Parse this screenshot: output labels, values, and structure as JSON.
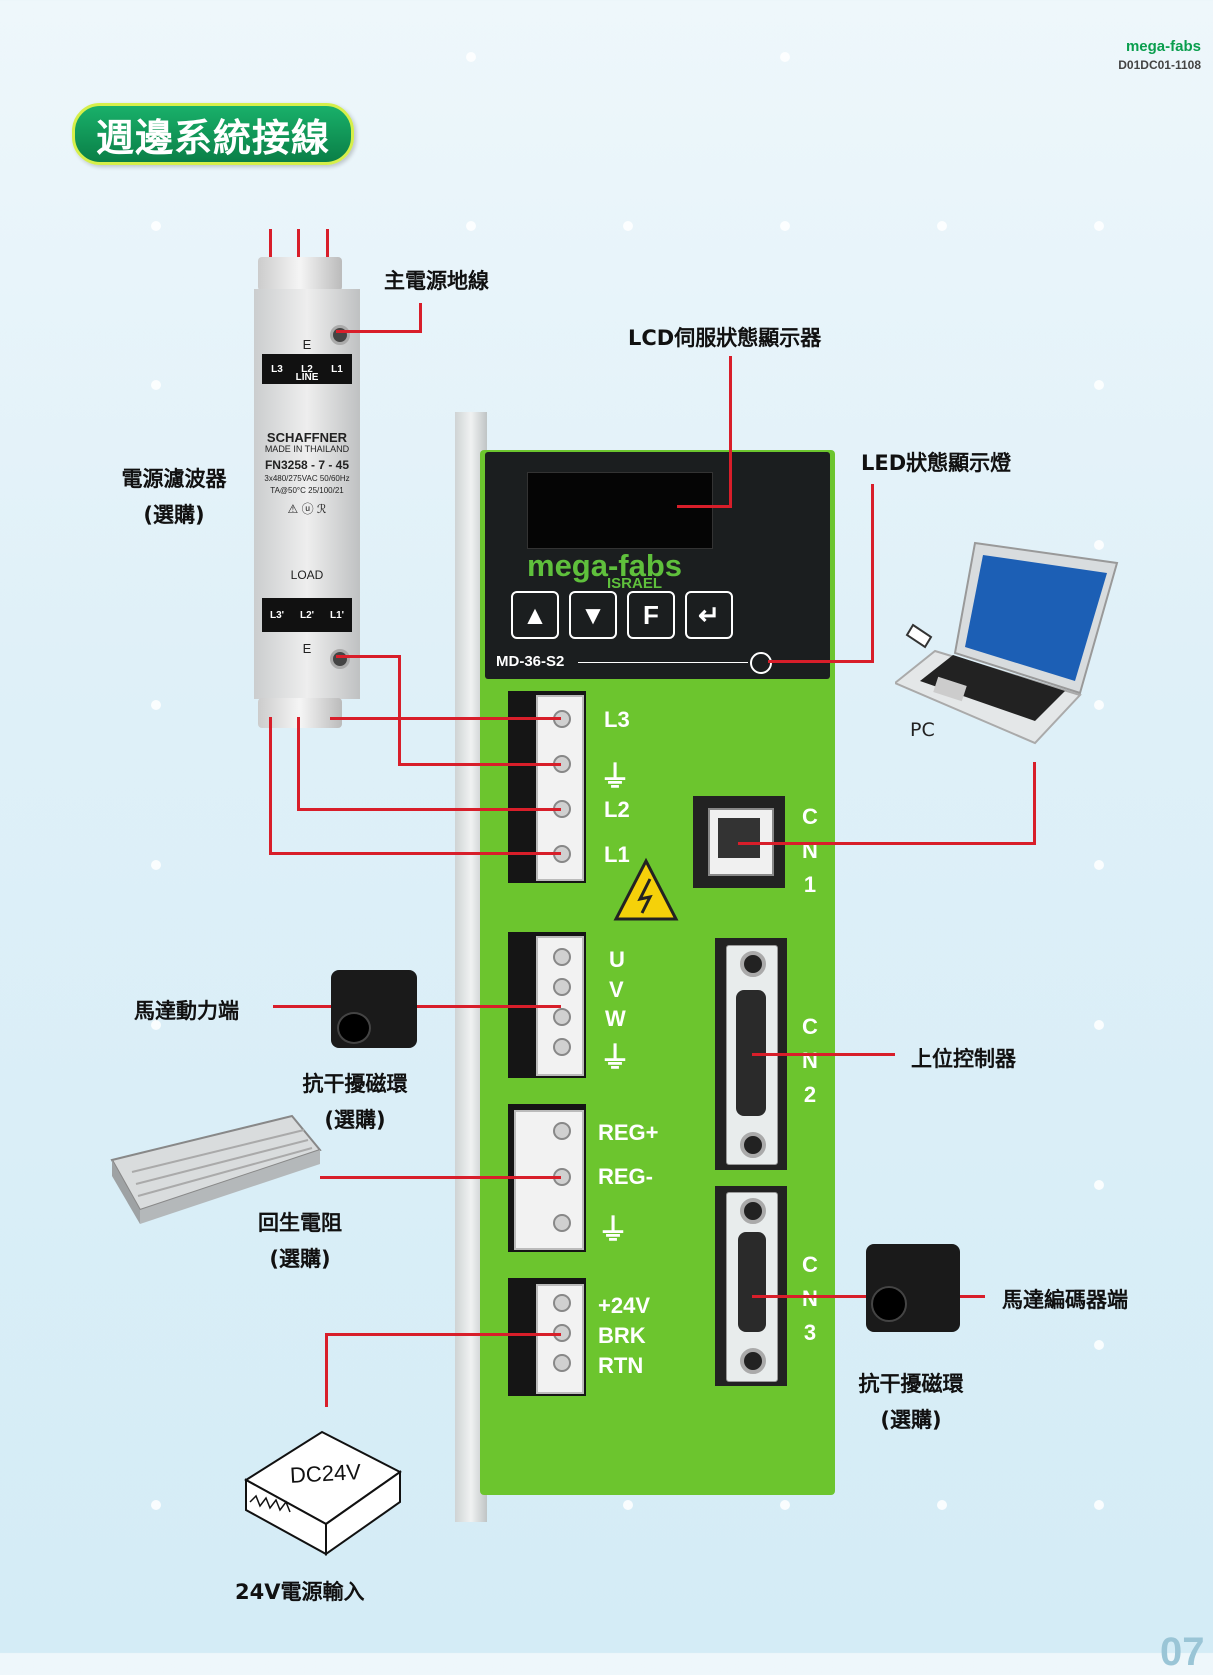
{
  "header": {
    "brand": "mega-fabs",
    "doc_code": "D01DC01-1108"
  },
  "title": "週邊系統接線",
  "labels": {
    "main_ground": "主電源地線",
    "lcd_display": "LCD伺服狀態顯示器",
    "led_lamp": "LED狀態顯示燈",
    "filter_line1": "電源濾波器",
    "filter_line2": "(選購)",
    "pc": "PC",
    "upper_controller": "上位控制器",
    "motor_power": "馬達動力端",
    "ferrite1_line1": "抗干擾磁環",
    "ferrite1_line2": "(選購)",
    "regen_line1": "回生電阻",
    "regen_line2": "(選購)",
    "encoder": "馬達編碼器端",
    "ferrite2_line1": "抗干擾磁環",
    "ferrite2_line2": "(選購)",
    "psu_text": "DC24V",
    "psu_label": "24V電源輸入",
    "page_number": "07"
  },
  "drive": {
    "brand": "mega-fabs",
    "brand_sub": "ISRAEL",
    "model": "MD-36-S2",
    "keys": [
      "▲",
      "▼",
      "F",
      "↵"
    ],
    "power_terminals": [
      "L3",
      "⏚",
      "L2",
      "L1"
    ],
    "motor_terminals": [
      "U",
      "V",
      "W",
      "⏚"
    ],
    "regen_terminals": [
      "REG+",
      "REG-",
      "⏚"
    ],
    "brake_terminals": [
      "+24V",
      "BRK",
      "RTN"
    ],
    "cn1": [
      "C",
      "N",
      "1"
    ],
    "cn2": [
      "C",
      "N",
      "2"
    ],
    "cn3": [
      "C",
      "N",
      "3"
    ]
  },
  "filter": {
    "top_marker": "E",
    "line_labels": [
      "L3",
      "L2",
      "L1"
    ],
    "line_word": "LINE",
    "maker": "SCHAFFNER",
    "made_in": "MADE IN THAILAND",
    "model": "FN3258 - 7 - 45",
    "rating": "3x480/275VAC 50/60Hz",
    "temp": "TA@50°C 25/100/21",
    "load_word": "LOAD",
    "load_labels": [
      "L3'",
      "L2'",
      "L1'"
    ],
    "bottom_marker": "E"
  },
  "colors": {
    "drive_green": "#6cc52e",
    "wire_red": "#d81e2a",
    "title_green": "#0a8f50",
    "brand_green": "#0a9e4e"
  }
}
